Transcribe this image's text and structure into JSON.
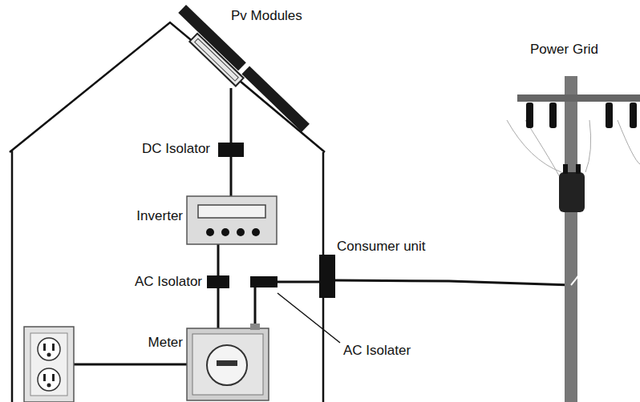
{
  "diagram": {
    "labels": [
      "Pv Modules",
      "Power Grid",
      "DC Isolator",
      "Inverter",
      "Consumer unit",
      "AC Isolator",
      "Meter",
      "AC Isolater"
    ]
  }
}
